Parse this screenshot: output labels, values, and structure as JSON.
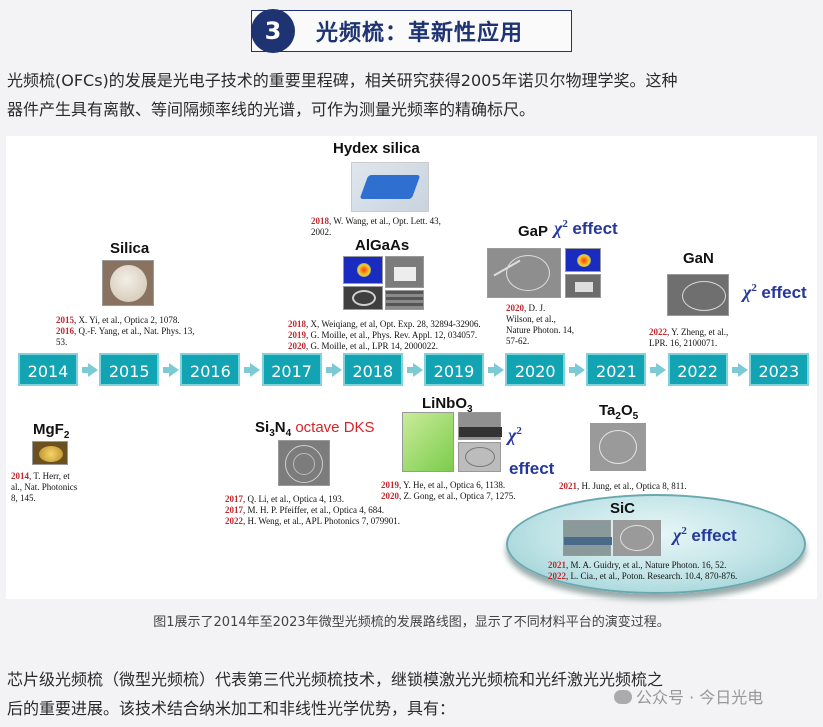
{
  "section": {
    "number": "3",
    "title": "光频梳：革新性应用"
  },
  "intro": {
    "line1": "光频梳(OFCs)的发展是光电子技术的重要里程碑，相关研究获得2005年诺贝尔物理学奖。这种",
    "line2": "器件产生具有离散、等间隔频率线的光谱，可作为测量光频率的精确标尺。"
  },
  "figure": {
    "years": [
      "2014",
      "2015",
      "2016",
      "2017",
      "2018",
      "2019",
      "2020",
      "2021",
      "2022",
      "2023"
    ],
    "materials": {
      "hydex": "Hydex silica",
      "silica": "Silica",
      "algaas": "AlGaAs",
      "gap": "GaP",
      "gap_effect": "effect",
      "gan": "GaN",
      "mgf2": "MgF",
      "mgf2_sub": "2",
      "si3n4": "Si",
      "si3n4_sub1": "3",
      "si3n4_n": "N",
      "si3n4_sub2": "4",
      "si3n4_octave": "octave DKS",
      "linbo3": "LiNbO",
      "linbo3_sub": "3",
      "linbo3_effect": "effect",
      "ta2o5": "Ta",
      "ta2o5_sub1": "2",
      "ta2o5_o": "O",
      "ta2o5_sub2": "5",
      "sic": "SiC",
      "sic_effect": "effect",
      "chi": "χ",
      "chi_sup": "2"
    },
    "refs": {
      "hydex": [
        [
          "2018",
          ", W. Wang, et al., Opt. Lett. 43,"
        ],
        [
          "",
          "2002."
        ]
      ],
      "silica": [
        [
          "2015",
          ", X. Yi, et al., Optica 2, 1078."
        ],
        [
          "2016",
          ", Q.-F. Yang, et al., Nat. Phys. 13,"
        ],
        [
          "",
          "53."
        ]
      ],
      "algaas": [
        [
          "2018",
          ", X, Weiqiang, et al, Opt. Exp. 28, 32894-32906."
        ],
        [
          "2019",
          ", G. Moille, et al., Phys. Rev. Appl. 12, 034057."
        ],
        [
          "2020",
          ", G. Moille, et al., LPR 14, 2000022."
        ]
      ],
      "gap": [
        [
          "2020",
          ", D. J."
        ],
        [
          "",
          "Wilson, et al.,"
        ],
        [
          "",
          "Nature Photon. 14,"
        ],
        [
          "",
          "57-62."
        ]
      ],
      "gan": [
        [
          "2022",
          ", Y. Zheng, et al.,"
        ],
        [
          "",
          "LPR. 16, 2100071."
        ]
      ],
      "mgf2": [
        [
          "2014",
          ", T. Herr, et"
        ],
        [
          "",
          "al., Nat. Photonics"
        ],
        [
          "",
          "8, 145."
        ]
      ],
      "si3n4": [
        [
          "2017",
          ", Q. Li,  et al., Optica 4, 193."
        ],
        [
          "2017",
          ", M. H. P. Pfeiffer, et al., Optica 4, 684."
        ],
        [
          "2022",
          ", H. Weng, et al., APL Photonics 7, 079901."
        ]
      ],
      "linbo3": [
        [
          "2019",
          ", Y. He, et al., Optica 6, 1138."
        ],
        [
          "2020",
          ", Z. Gong, et al., Optica 7, 1275."
        ]
      ],
      "ta2o5": [
        [
          "2021",
          ", H. Jung, et al., Optica 8, 811."
        ]
      ],
      "sic": [
        [
          "2021",
          ", M. A. Guidry, et al., Nature Photon. 16, 52."
        ],
        [
          "2022",
          ", L. Cia., et al., Poton. Research. 10.4, 870-876."
        ]
      ]
    },
    "caption": "图1展示了2014年至2023年微型光频梳的发展路线图，显示了不同材料平台的演变过程。"
  },
  "outro": {
    "line1": "芯片级光频梳（微型光频梳）代表第三代光频梳技术，继锁模激光光频梳和光纤激光光频梳之",
    "line2": "后的重要进展。该技术结合纳米加工和非线性光学优势，具有："
  },
  "watermark": "公众号 · 今日光电",
  "colors": {
    "header_navy": "#1e3372",
    "year_teal": "#13a4b4",
    "ref_red": "#c0272d",
    "chi_blue": "#25379a"
  }
}
